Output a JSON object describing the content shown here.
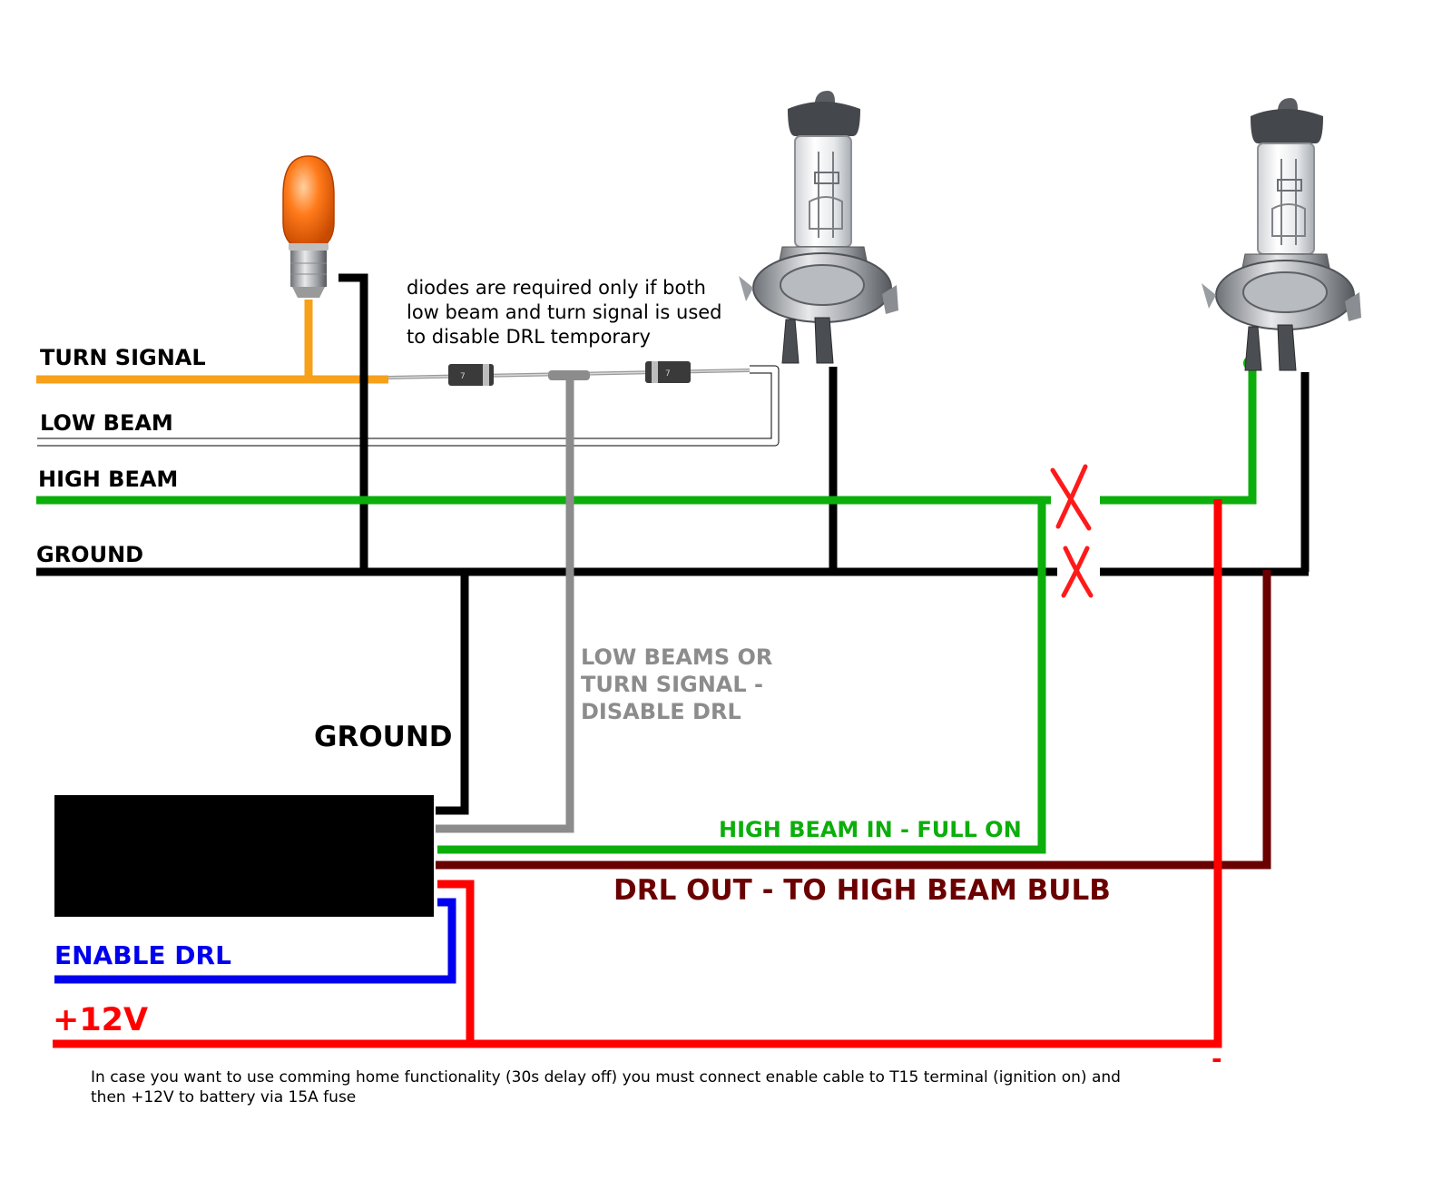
{
  "labels": {
    "turn_signal": "TURN SIGNAL",
    "low_beam": "LOW BEAM",
    "high_beam": "HIGH BEAM",
    "ground": "GROUND",
    "module_ground": "GROUND",
    "disable_drl_line1": "LOW BEAMS OR",
    "disable_drl_line2": "TURN SIGNAL -",
    "disable_drl_line3": "DISABLE DRL",
    "high_beam_in": "HIGH BEAM IN - FULL ON",
    "drl_out": "DRL OUT - TO HIGH BEAM BULB",
    "enable_drl": "ENABLE DRL",
    "plus_12v": "+12V",
    "minus": "-"
  },
  "notes": {
    "diodes_line1": "diodes are required only if both",
    "diodes_line2": "low beam and turn signal is used",
    "diodes_line3": "to disable DRL temporary",
    "footer_line1": "In case you want to use comming home functionality (30s delay off) you must connect enable cable to T15 terminal (ignition on) and",
    "footer_line2": "then +12V to battery via 15A fuse"
  },
  "diode_marking": "7",
  "colors": {
    "turn_signal": "#f7a01a",
    "low_beam": "#ffffff",
    "high_beam": "#0cae0c",
    "ground": "#000000",
    "disable_drl": "#8c8c8c",
    "drl_out": "#6b0000",
    "enable_drl": "#0000ee",
    "plus_12v": "#ff0000",
    "cut_mark": "#ff1a1a"
  },
  "icons": [
    "turn-signal-bulb-icon",
    "h7-bulb-icon",
    "diode-icon",
    "cut-mark-icon",
    "drl-module"
  ]
}
